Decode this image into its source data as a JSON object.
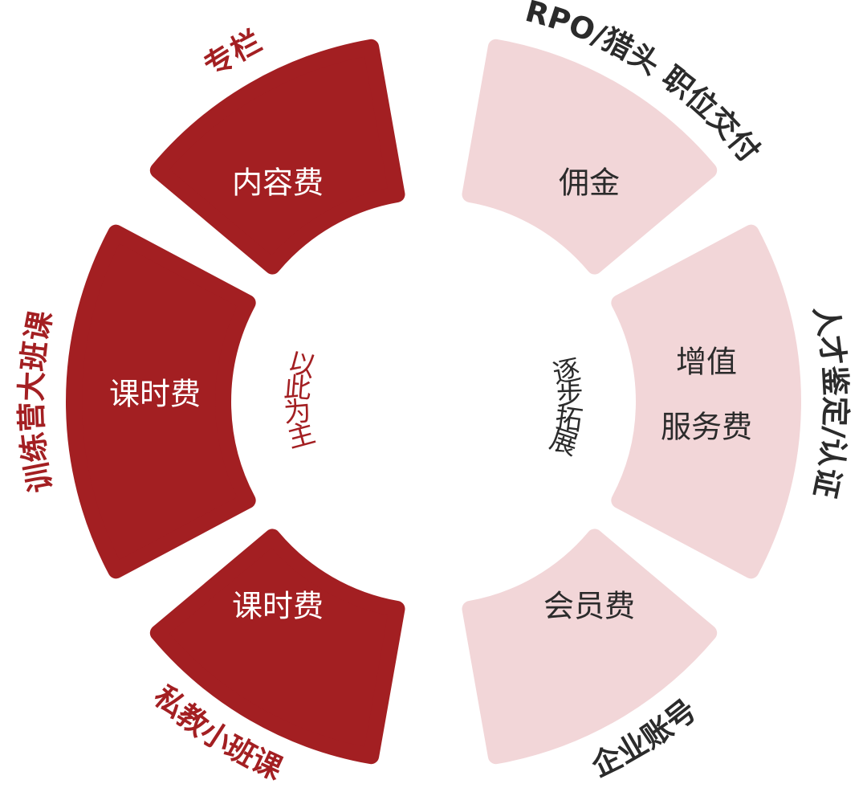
{
  "colors": {
    "left_fill": "#a31f22",
    "left_text": "#ffffff",
    "left_outer_text": "#a31f22",
    "right_fill": "#f2d6d8",
    "right_text": "#2b2b2b",
    "right_outer_text": "#2b2b2b",
    "inner_text_left": "#a31f22",
    "inner_text_right": "#2b2b2b"
  },
  "left": {
    "inner_label": [
      "以",
      "此",
      "为",
      "主"
    ],
    "segments": [
      {
        "label": "内容费",
        "outer": "专栏"
      },
      {
        "label": "课时费",
        "outer": "训练营大班课"
      },
      {
        "label": "课时费",
        "outer": "私教小班课"
      }
    ]
  },
  "right": {
    "inner_label": [
      "逐",
      "步",
      "拓",
      "展"
    ],
    "segments": [
      {
        "label": [
          "佣金"
        ],
        "outer": "RPO/猎头 职位交付"
      },
      {
        "label": [
          "增值",
          "服务费"
        ],
        "outer": "人才鉴定/认证"
      },
      {
        "label": [
          "会员费"
        ],
        "outer": "企业账号"
      }
    ]
  }
}
